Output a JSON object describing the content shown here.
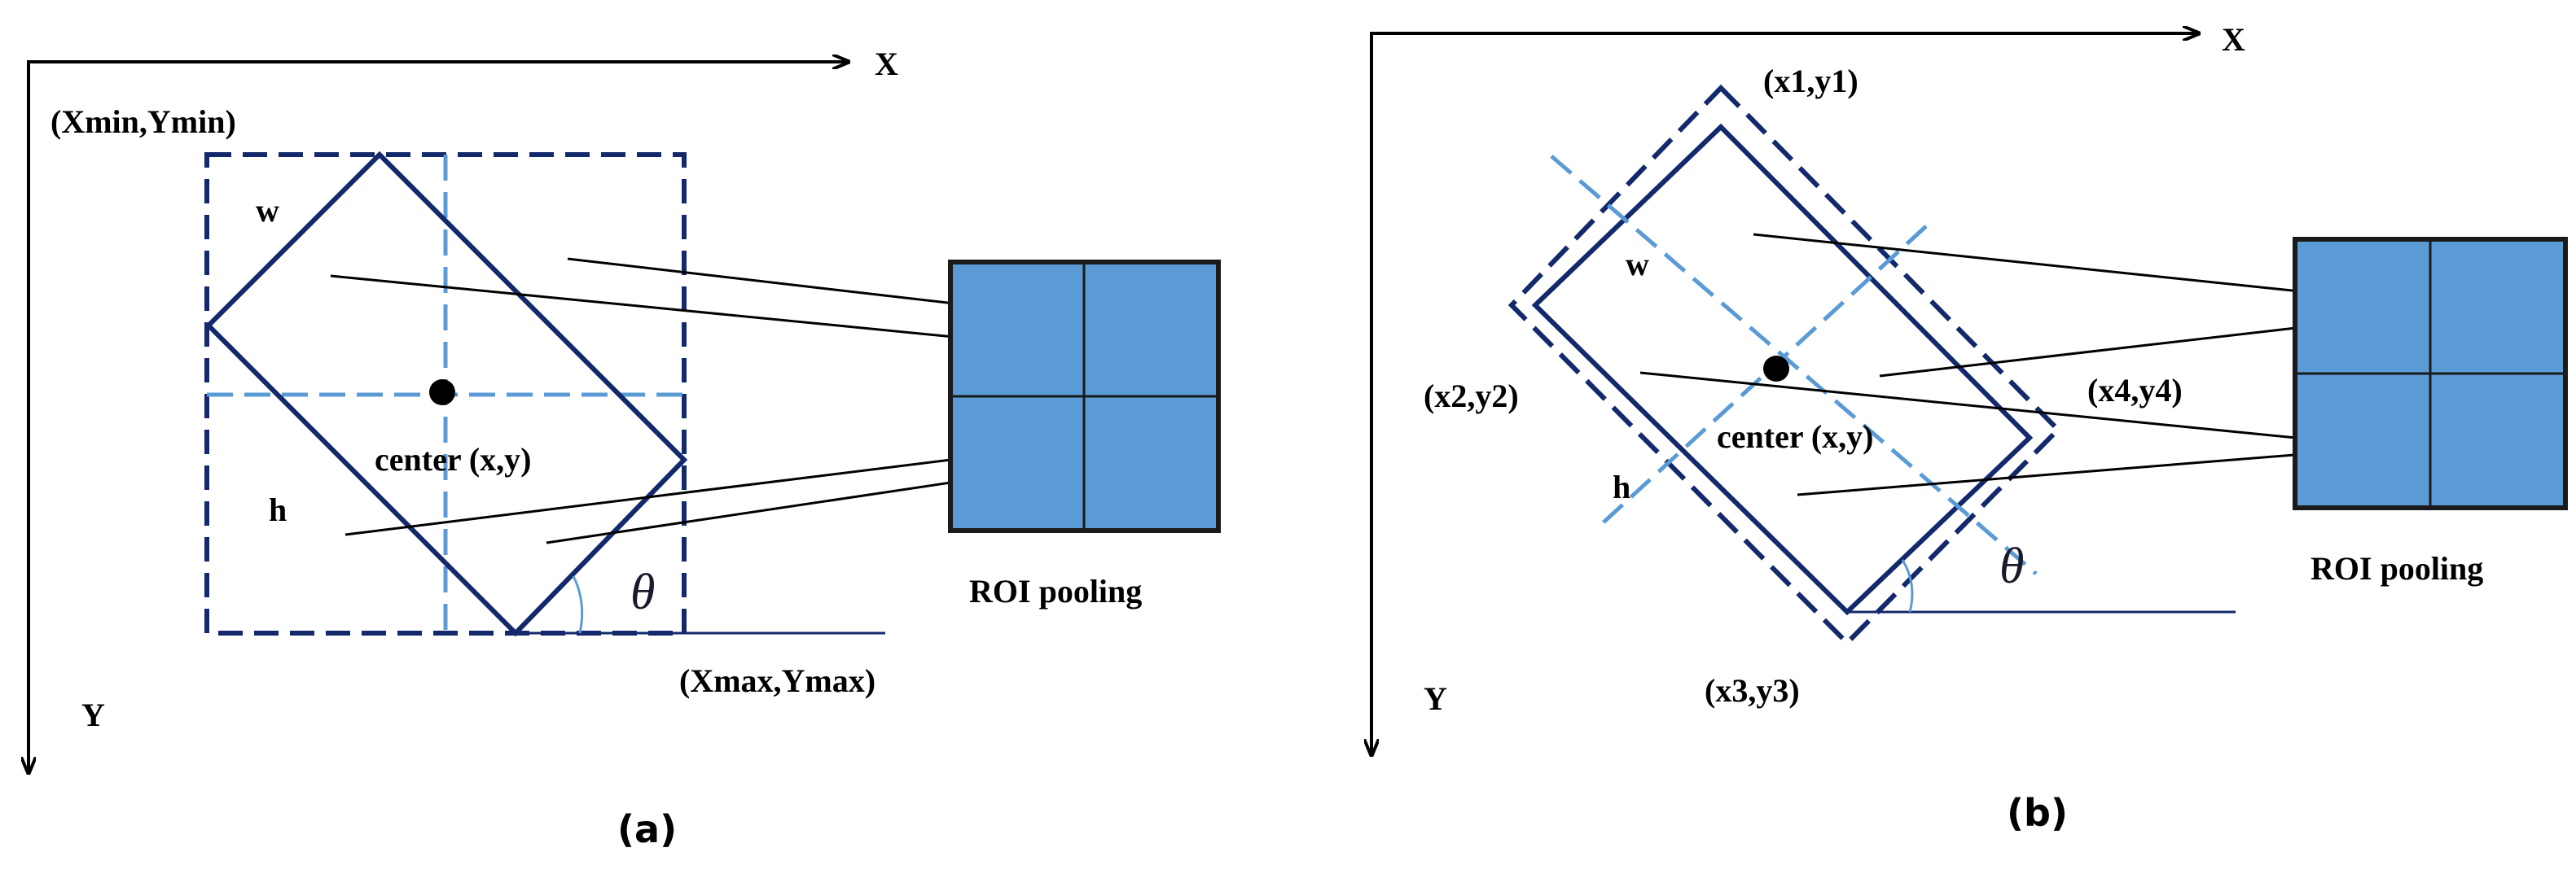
{
  "colors": {
    "navy": "#13296b",
    "light_blue": "#5b9bd5",
    "pool_fill": "#5b9bd5",
    "arrow": "#000000"
  },
  "panel_a": {
    "x_axis": "X",
    "y_axis": "Y",
    "top_left": "(Xmin,Ymin)",
    "bottom_right": "(Xmax,Ymax)",
    "w": "w",
    "h": "h",
    "center": "center (x,y)",
    "theta": "θ",
    "pool": "ROI pooling",
    "caption": "(a)"
  },
  "panel_b": {
    "x_axis": "X",
    "y_axis": "Y",
    "p1": "(x1,y1)",
    "p2": "(x2,y2)",
    "p3": "(x3,y3)",
    "p4": "(x4,y4)",
    "w": "w",
    "h": "h",
    "center": "center (x,y)",
    "theta": "θ",
    "pool": "ROI pooling",
    "caption": "(b)"
  }
}
